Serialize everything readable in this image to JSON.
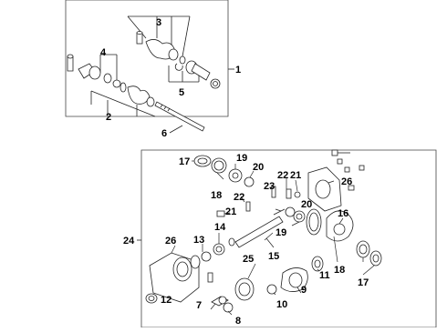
{
  "diagram": {
    "callouts": {
      "c1": "1",
      "c2": "2",
      "c3": "3",
      "c4": "4",
      "c5": "5",
      "c6": "6",
      "c7": "7",
      "c8": "8",
      "c9": "9",
      "c10": "10",
      "c11": "11",
      "c12": "12",
      "c13": "13",
      "c14": "14",
      "c15": "15",
      "c16": "16",
      "c17a": "17",
      "c17b": "17",
      "c18a": "18",
      "c18b": "18",
      "c19a": "19",
      "c19b": "19",
      "c20a": "20",
      "c20b": "20",
      "c21a": "21",
      "c21b": "21",
      "c22a": "22",
      "c22b": "22",
      "c23": "23",
      "c24": "24",
      "c25": "25",
      "c26a": "26",
      "c26b": "26"
    }
  }
}
